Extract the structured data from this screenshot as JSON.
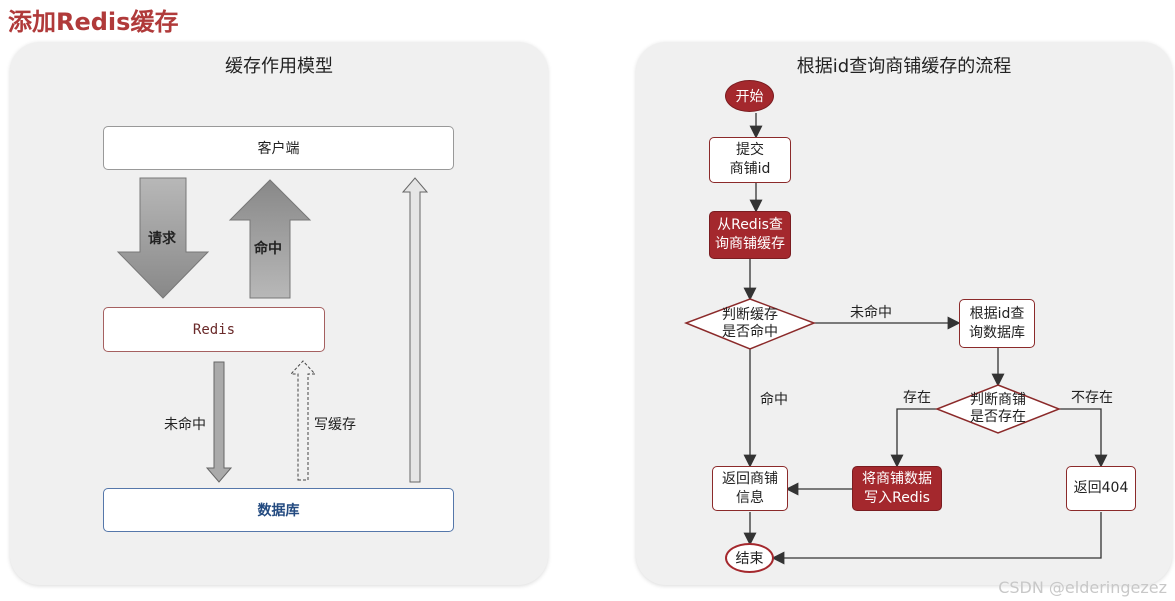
{
  "slide_title": "添加Redis缓存",
  "left": {
    "title": "缓存作用模型",
    "client": "客户端",
    "redis": "Redis",
    "database": "数据库",
    "request": "请求",
    "hit": "命中",
    "miss": "未命中",
    "write_cache": "写缓存"
  },
  "right": {
    "title": "根据id查询商铺缓存的流程",
    "start": "开始",
    "submit": "提交\n商铺id",
    "query_redis": "从Redis查\n询商铺缓存",
    "judge_cache": "判断缓存\n是否命中",
    "miss": "未命中",
    "query_db": "根据id查\n询数据库",
    "hit": "命中",
    "exists": "存在",
    "not_exists": "不存在",
    "judge_shop": "判断商铺\n是否存在",
    "return_info": "返回商铺\n信息",
    "write_redis": "将商铺数据\n写入Redis",
    "return_404": "返回404",
    "end": "结束"
  },
  "watermark": "CSDN @elderingezez",
  "colors": {
    "accent": "#a4282d",
    "title": "#b03a3a"
  }
}
